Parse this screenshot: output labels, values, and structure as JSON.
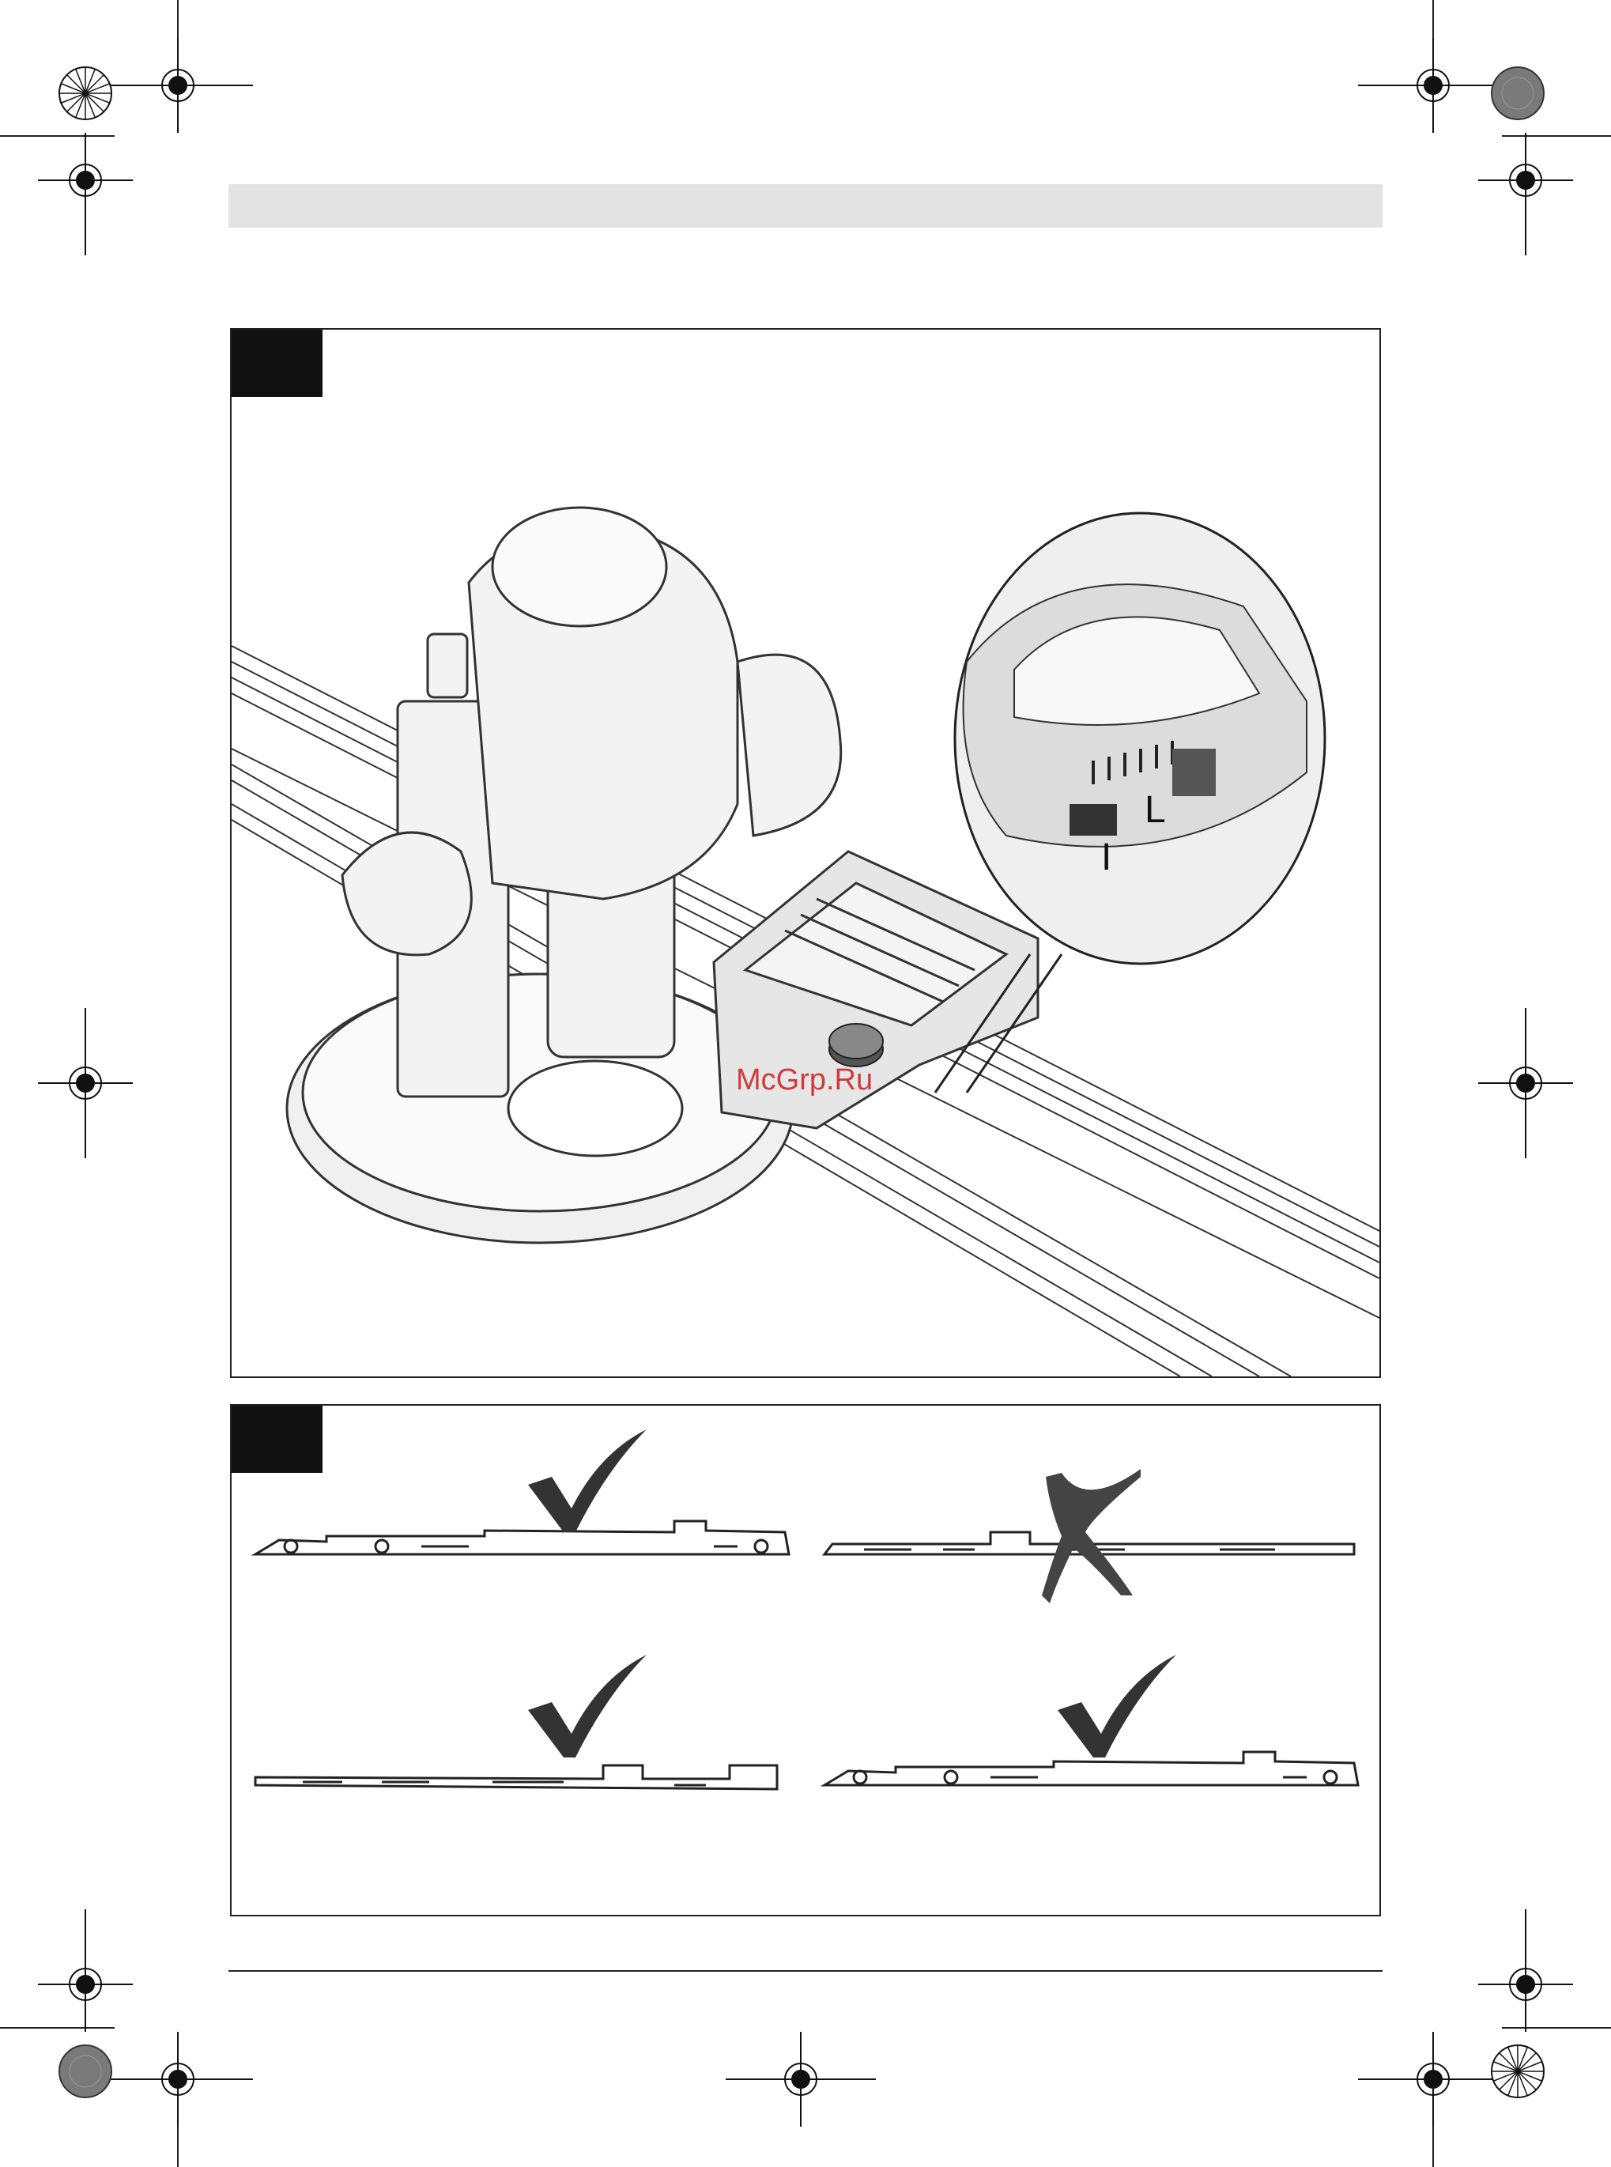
{
  "figure": {
    "callout_letters": [
      "L",
      "I"
    ],
    "watermark": "McGrp.Ru"
  },
  "profiles": {
    "items": [
      {
        "status": "ok",
        "icon": "checkmark-icon"
      },
      {
        "status": "not-ok",
        "icon": "cross-icon"
      },
      {
        "status": "ok",
        "icon": "checkmark-icon"
      },
      {
        "status": "ok",
        "icon": "checkmark-icon"
      }
    ]
  },
  "colors": {
    "header_bar": "#e3e3e3",
    "tab": "#111111",
    "watermark": "#d33a3a"
  }
}
